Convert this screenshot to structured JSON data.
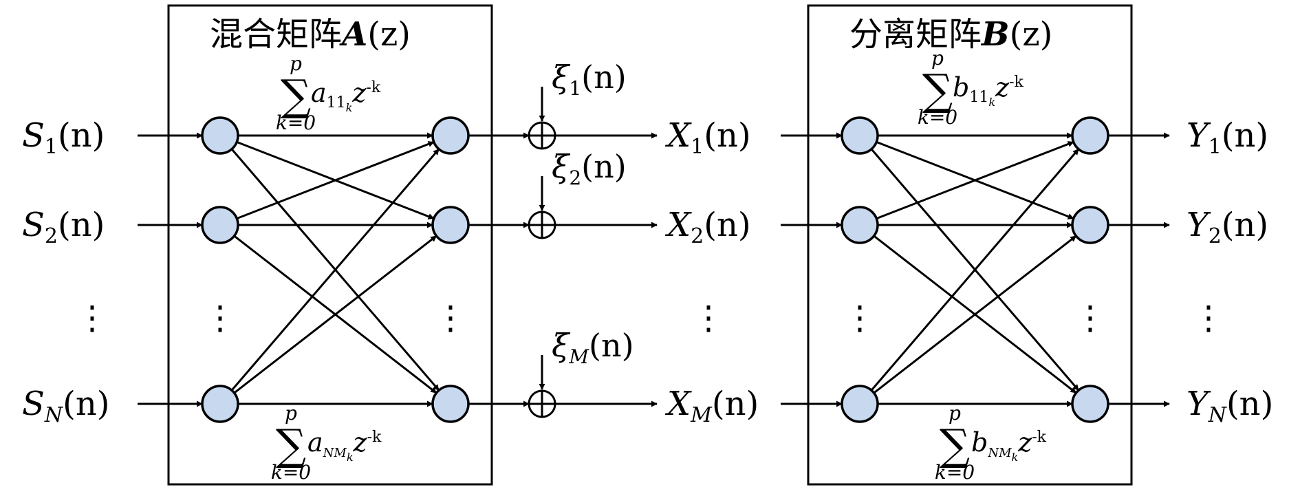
{
  "mixing_box": {
    "title_cn": "混合矩阵",
    "title_sym": "A",
    "title_arg": "(z)"
  },
  "separation_box": {
    "title_cn": "分离矩阵",
    "title_sym": "B",
    "title_arg": "(z)"
  },
  "sources": [
    {
      "sym": "S",
      "sub": "1",
      "arg": "(n)"
    },
    {
      "sym": "S",
      "sub": "2",
      "arg": "(n)"
    },
    {
      "sym": "S",
      "sub": "N",
      "arg": "(n)"
    }
  ],
  "mixtures": [
    {
      "sym": "X",
      "sub": "1",
      "arg": "(n)"
    },
    {
      "sym": "X",
      "sub": "2",
      "arg": "(n)"
    },
    {
      "sym": "X",
      "sub": "M",
      "arg": "(n)"
    }
  ],
  "outputs": [
    {
      "sym": "Y",
      "sub": "1",
      "arg": "(n)"
    },
    {
      "sym": "Y",
      "sub": "2",
      "arg": "(n)"
    },
    {
      "sym": "Y",
      "sub": "N",
      "arg": "(n)"
    }
  ],
  "noises": [
    {
      "sym": "ξ",
      "sub": "1",
      "arg": "(n)"
    },
    {
      "sym": "ξ",
      "sub": "2",
      "arg": "(n)"
    },
    {
      "sym": "ξ",
      "sub": "M",
      "arg": "(n)"
    }
  ],
  "formulas": {
    "mix_top": {
      "sup": "p",
      "sum": "∑",
      "lower": "k=0",
      "coef": "a",
      "coef_sub": "11",
      "coef_subsub": "k",
      "z": "z",
      "z_exp": "-k"
    },
    "mix_bottom": {
      "sup": "p",
      "sum": "∑",
      "lower": "k=0",
      "coef": "a",
      "coef_sub": "NM",
      "coef_subsub": "k",
      "z": "z",
      "z_exp": "-k"
    },
    "sep_top": {
      "sup": "p",
      "sum": "∑",
      "lower": "k=0",
      "coef": "b",
      "coef_sub": "11",
      "coef_subsub": "k",
      "z": "z",
      "z_exp": "-k"
    },
    "sep_bottom": {
      "sup": "p",
      "sum": "∑",
      "lower": "k=0",
      "coef": "b",
      "coef_sub": "NM",
      "coef_subsub": "k",
      "z": "z",
      "z_exp": "-k"
    }
  },
  "ellipsis": "⋮",
  "colors": {
    "node_fill": "#c7d8ef",
    "stroke": "#000000"
  }
}
